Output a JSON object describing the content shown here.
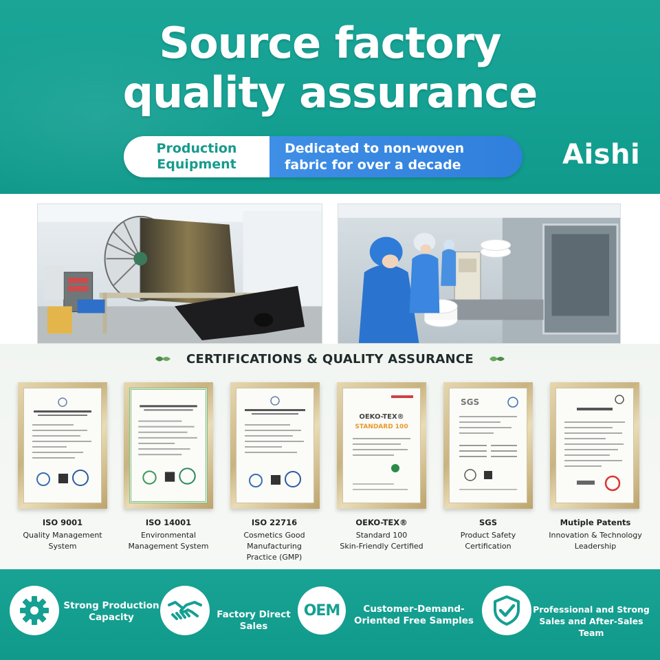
{
  "header": {
    "title_line1": "Source factory",
    "title_line2": "quality assurance",
    "pill_left": "Production Equipment",
    "pill_right": "Dedicated to non-woven fabric for over a decade",
    "brand": "Aishi"
  },
  "certifications": {
    "heading": "CERTIFICATIONS & QUALITY ASSURANCE",
    "items": [
      {
        "name": "ISO 9001",
        "line1": "Quality Management",
        "line2": "System"
      },
      {
        "name": "ISO 14001",
        "line1": "Environmental",
        "line2": "Management System"
      },
      {
        "name": "ISO 22716",
        "line1": "Cosmetics Good Manufacturing",
        "line2": "Practice (GMP)"
      },
      {
        "name": "OEKO-TEX®",
        "line1": "Standard 100",
        "line2": "Skin-Friendly Certified"
      },
      {
        "name": "SGS",
        "line1": "Product Safety",
        "line2": "Certification"
      },
      {
        "name": "Mutiple Patents",
        "line1": "Innovation & Technology",
        "line2": "Leadership"
      }
    ],
    "doc_marks": {
      "oeko_title": "OEKO-TEX®",
      "oeko_standard": "STANDARD 100",
      "sgs_logo": "SGS"
    }
  },
  "features": [
    {
      "icon": "gear-icon",
      "text": "Strong Production Capacity"
    },
    {
      "icon": "handshake-icon",
      "text": "Factory Direct Sales"
    },
    {
      "icon": "oem-icon",
      "badge": "OEM",
      "text": "Customer-Demand-Oriented Free Samples"
    },
    {
      "icon": "shield-check-icon",
      "text": "Professional and Strong Sales and After-Sales Team"
    }
  ],
  "colors": {
    "teal": "#14a092",
    "blue": "#2f7fdc",
    "white": "#ffffff"
  }
}
